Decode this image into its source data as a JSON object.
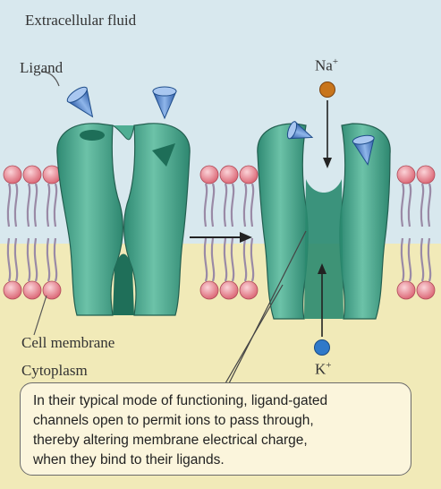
{
  "labels": {
    "extracellular": "Extracellular fluid",
    "ligand": "Ligand",
    "sodium_symbol": "Na",
    "sodium_charge": "+",
    "potassium_symbol": "K",
    "potassium_charge": "+",
    "cell_membrane": "Cell membrane",
    "cytoplasm": "Cytoplasm"
  },
  "caption": {
    "lines": [
      "In their typical mode of functioning, ligand-gated",
      "channels open to permit ions to pass through,",
      "thereby altering membrane electrical charge,",
      "when they bind to their ligands."
    ]
  },
  "colors": {
    "extracellular_bg": "#d8e8ee",
    "cytoplasm_bg": "#f1eab8",
    "channel": "#3f9f86",
    "lipid_head": "#e7848f",
    "ligand": "#3a6fb8",
    "sodium_ion": "#c8751c",
    "potassium_ion": "#2f79c9",
    "caption_bg": "#fbf5dc"
  },
  "icons": {
    "ligand": "cone-ligand-icon",
    "sodium": "orange-ion-icon",
    "potassium": "blue-ion-icon"
  }
}
